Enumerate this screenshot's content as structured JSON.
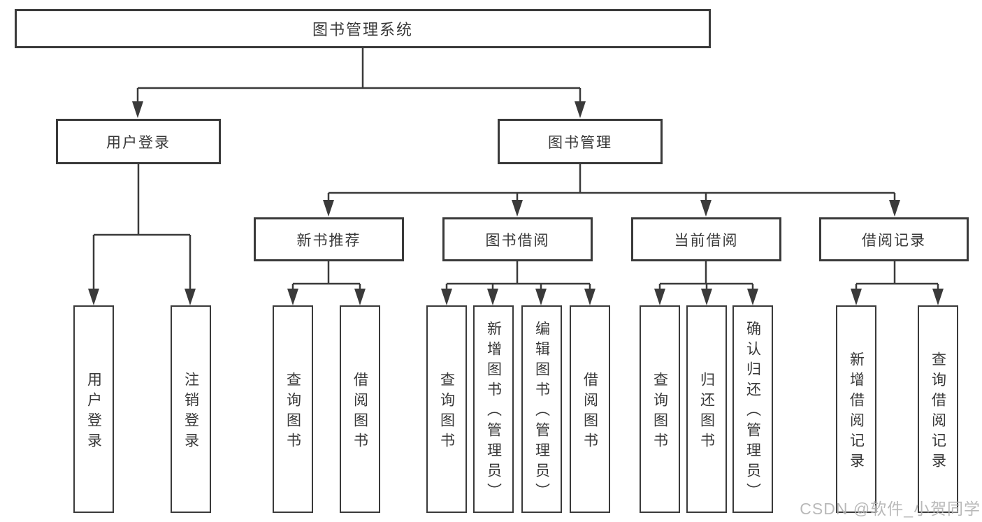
{
  "title_box": {
    "label": "图书管理系统"
  },
  "branches": [
    {
      "label": "用户登录",
      "children": [
        {
          "label": "用户登录"
        },
        {
          "label": "注销登录"
        }
      ]
    },
    {
      "label": "图书管理",
      "children": [
        {
          "label": "新书推荐",
          "children": [
            {
              "label": "查询图书"
            },
            {
              "label": "借阅图书"
            }
          ]
        },
        {
          "label": "图书借阅",
          "children": [
            {
              "label": "查询图书"
            },
            {
              "label": "新增图书（管理员）"
            },
            {
              "label": "编辑图书（管理员）"
            },
            {
              "label": "借阅图书"
            }
          ]
        },
        {
          "label": "当前借阅",
          "children": [
            {
              "label": "查询图书"
            },
            {
              "label": "归还图书"
            },
            {
              "label": "确认归还（管理员）"
            }
          ]
        },
        {
          "label": "借阅记录",
          "children": [
            {
              "label": "新增借阅记录"
            },
            {
              "label": "查询借阅记录"
            }
          ]
        }
      ]
    }
  ],
  "watermark": {
    "text": "CSDN @软件_小贺同学"
  },
  "colors": {
    "line": "#3a3a3a",
    "box_border": "#3a3a3a",
    "text": "#383838",
    "background": "#ffffff",
    "watermark": "#b4b4b4"
  }
}
